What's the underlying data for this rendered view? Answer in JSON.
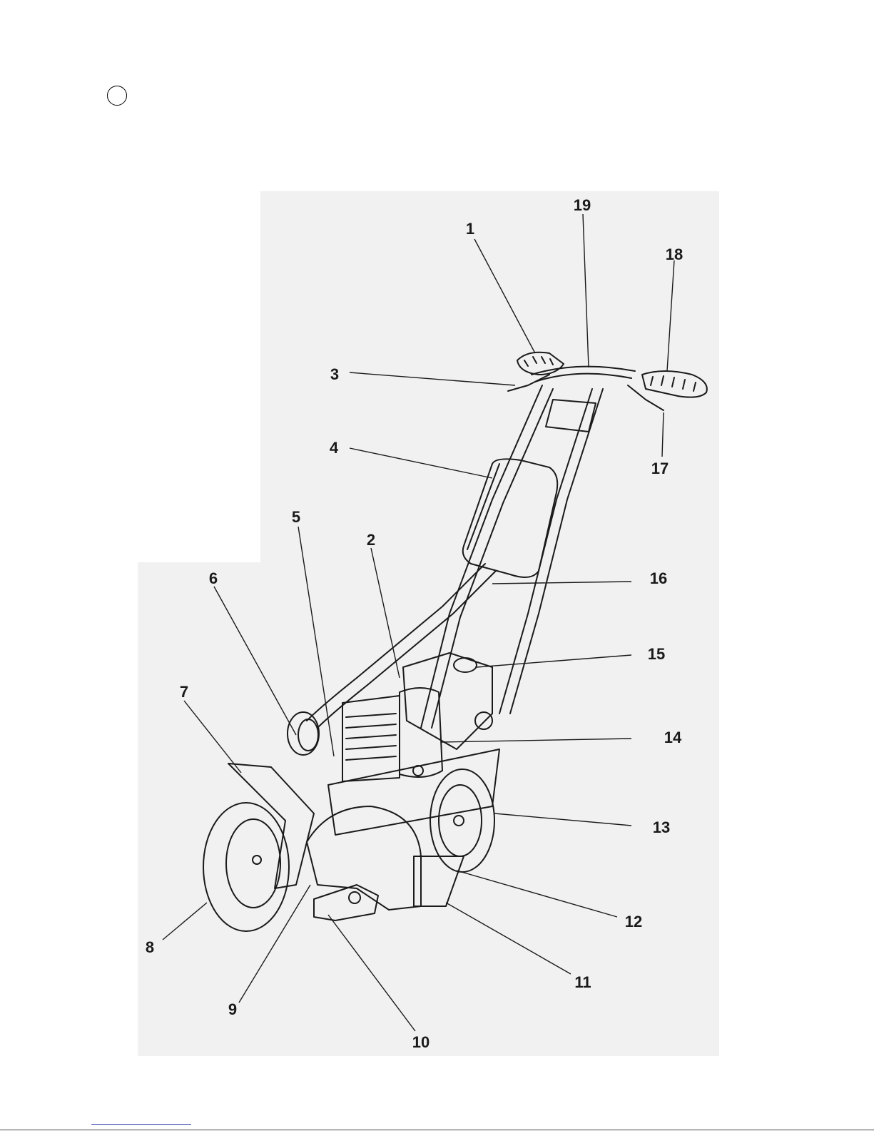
{
  "figure": {
    "marker": "",
    "callouts": [
      {
        "id": "c1",
        "text": "1"
      },
      {
        "id": "c2",
        "text": "2"
      },
      {
        "id": "c3",
        "text": "3"
      },
      {
        "id": "c4",
        "text": "4"
      },
      {
        "id": "c5",
        "text": "5"
      },
      {
        "id": "c6",
        "text": "6"
      },
      {
        "id": "c7",
        "text": "7"
      },
      {
        "id": "c8",
        "text": "8"
      },
      {
        "id": "c9",
        "text": "9"
      },
      {
        "id": "c10",
        "text": "10"
      },
      {
        "id": "c11",
        "text": "11"
      },
      {
        "id": "c12",
        "text": "12"
      },
      {
        "id": "c13",
        "text": "13"
      },
      {
        "id": "c14",
        "text": "14"
      },
      {
        "id": "c15",
        "text": "15"
      },
      {
        "id": "c16",
        "text": "16"
      },
      {
        "id": "c17",
        "text": "17"
      },
      {
        "id": "c18",
        "text": "18"
      },
      {
        "id": "c19",
        "text": "19"
      }
    ]
  },
  "colors": {
    "ink": "#1a1a1a",
    "background": "#f1f1f1",
    "link": "#2a3aa8"
  }
}
